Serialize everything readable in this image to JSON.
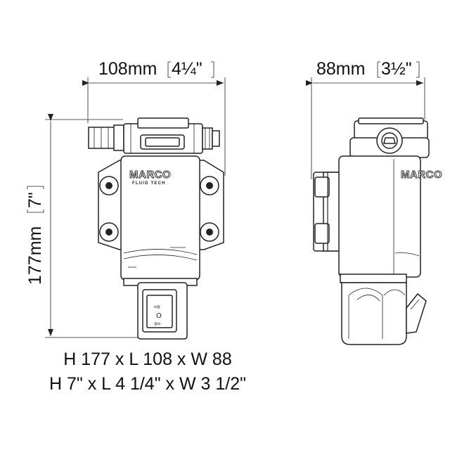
{
  "dimensions": {
    "front_width": "108mm",
    "front_width_in": "4¼\"",
    "side_width": "88mm",
    "side_width_in": "3½\"",
    "height": "177mm",
    "height_in": "7\""
  },
  "summary": {
    "metric": "H 177 x L 108 x W 88",
    "imperial": "H 7\" x L 4 1/4\" x W 3 1/2\""
  },
  "logo": {
    "brand": "MARCO",
    "sub": "FLUID TECH"
  },
  "switch": {
    "arrow_right": "⇨",
    "arrow_left": "⇦",
    "off": "O"
  }
}
